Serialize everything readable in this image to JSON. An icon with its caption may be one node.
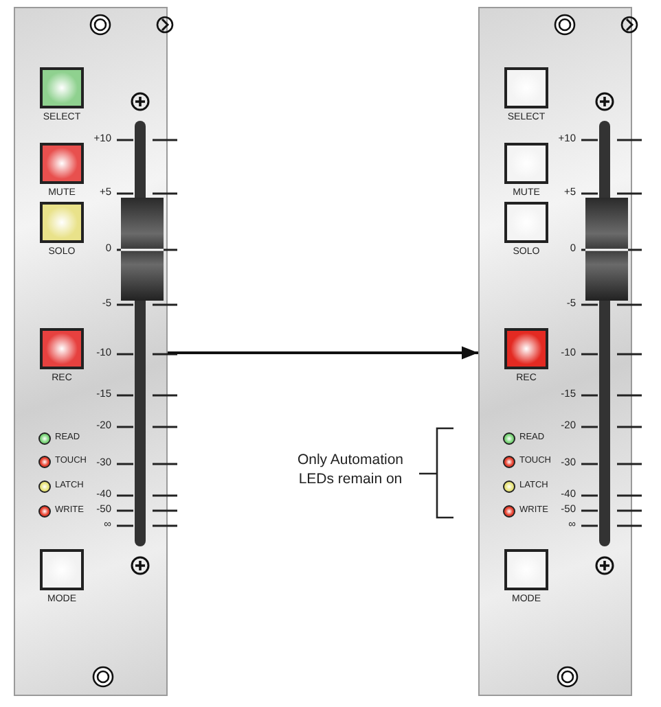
{
  "diagram": {
    "nodes": [
      {
        "text": [],
        "shape": "box"
      },
      {
        "text": [
          "SELECT"
        ],
        "in": 0
      },
      {
        "text": [
          "MUTE"
        ],
        "in": 0
      },
      {
        "text": [
          "SOLO"
        ],
        "in": 0
      },
      {
        "text": [
          "REC"
        ],
        "in": 0
      },
      {
        "text": [
          "READ"
        ],
        "in": 0
      },
      {
        "text": [
          "TOUCH"
        ],
        "in": 0
      },
      {
        "text": [
          "LATCH"
        ],
        "in": 0
      },
      {
        "text": [
          "WRITE"
        ],
        "in": 0
      },
      {
        "text": [
          "MODE"
        ],
        "in": 0
      },
      {
        "text": [],
        "shape": "box"
      },
      {
        "text": [
          "SELECT"
        ],
        "in": 10
      },
      {
        "text": [
          "MUTE"
        ],
        "in": 10
      },
      {
        "text": [
          "SOLO"
        ],
        "in": 10
      },
      {
        "text": [
          "REC"
        ],
        "in": 10
      },
      {
        "text": [
          "READ"
        ],
        "in": 10
      },
      {
        "text": [
          "TOUCH"
        ],
        "in": 10
      },
      {
        "text": [
          "LATCH"
        ],
        "in": 10
      },
      {
        "text": [
          "WRITE"
        ],
        "in": 10
      },
      {
        "text": [
          "MODE"
        ],
        "in": 10
      }
    ],
    "edges": [
      {
        "from": 0,
        "to": 10,
        "arrow": "to"
      }
    ],
    "labels": [
      "+10",
      "+5",
      "0",
      "-5",
      "-10",
      "-15",
      "-20",
      "-30",
      "-40",
      "-50",
      "∞",
      "+10",
      "+5",
      "0",
      "-5",
      "-10",
      "-15",
      "-20",
      "-30",
      "-40",
      "-50",
      "∞",
      "Only Automation LEDs remain on"
    ]
  }
}
